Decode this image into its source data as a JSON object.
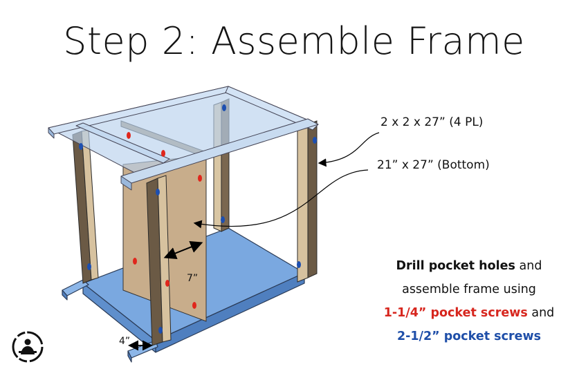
{
  "title": "Step 2: Assemble Frame",
  "labels": {
    "legs": "2 x 2 x 27” (4 PL)",
    "panel": "21” x 27” (Bottom)",
    "dim_7": "7”",
    "dim_4": "4”"
  },
  "note": {
    "line1_bold": "Drill pocket holes",
    "line1_rest": "and",
    "line2": "assemble frame using",
    "red_screws": "1-1/4” pocket screws",
    "and": "and",
    "blue_screws": "2-1/2” pocket screws"
  },
  "colors": {
    "wood_light": "#d7c29f",
    "wood_panel": "#c6ab8a",
    "wood_dark": "#6b5a45",
    "glass": "#b9d1ec",
    "base_blue": "#6e9fdc",
    "screw_red": "#e0261c",
    "screw_blue": "#1d4fb0"
  },
  "icons": [
    "logo-icon"
  ]
}
